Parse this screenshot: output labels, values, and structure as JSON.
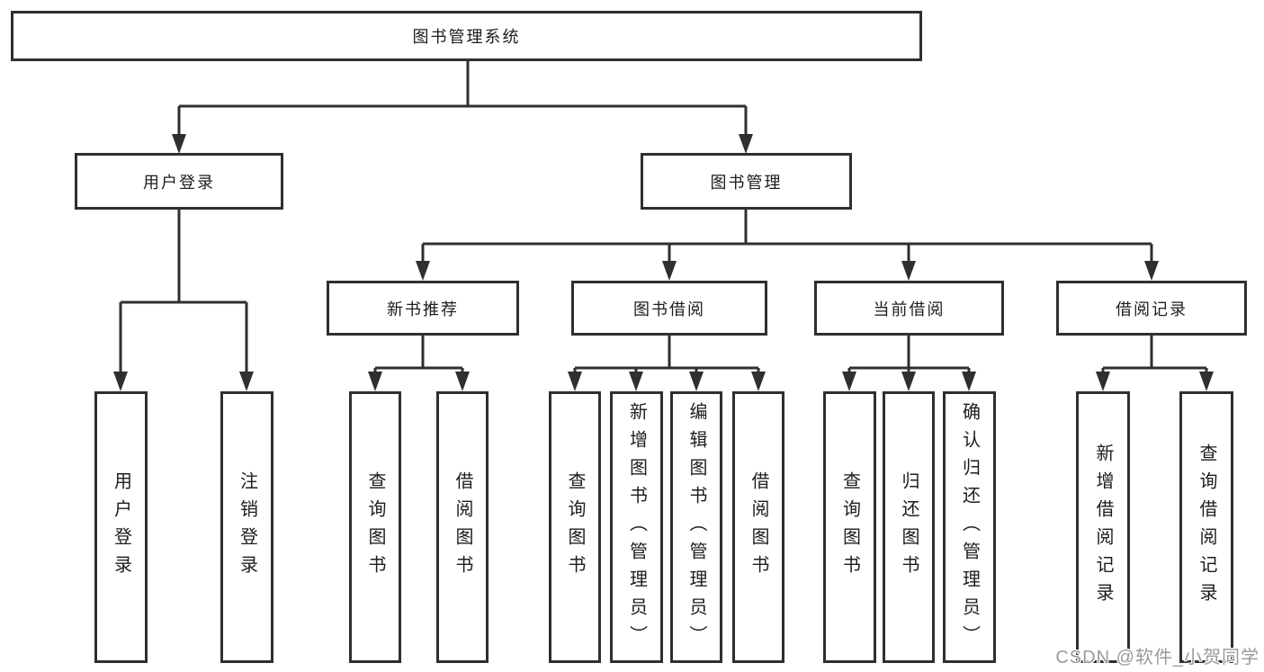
{
  "diagram_type": "hierarchy-tree",
  "tree": {
    "label": "图书管理系统",
    "children": [
      {
        "label": "用户登录",
        "children": [
          {
            "label": "用户登录"
          },
          {
            "label": "注销登录"
          }
        ]
      },
      {
        "label": "图书管理",
        "children": [
          {
            "label": "新书推荐",
            "children": [
              {
                "label": "查询图书"
              },
              {
                "label": "借阅图书"
              }
            ]
          },
          {
            "label": "图书借阅",
            "children": [
              {
                "label": "查询图书"
              },
              {
                "label": "新增图书（管理员）"
              },
              {
                "label": "编辑图书（管理员）"
              },
              {
                "label": "借阅图书"
              }
            ]
          },
          {
            "label": "当前借阅",
            "children": [
              {
                "label": "查询图书"
              },
              {
                "label": "归还图书"
              },
              {
                "label": "确认归还（管理员）"
              }
            ]
          },
          {
            "label": "借阅记录",
            "children": [
              {
                "label": "新增借阅记录"
              },
              {
                "label": "查询借阅记录"
              }
            ]
          }
        ]
      }
    ]
  },
  "watermark": {
    "text": "CSDN @软件_小贺同学",
    "color": "#9a9a9a"
  },
  "colors": {
    "line": "#2f2f2f",
    "box_border": "#2f2f2f",
    "box_fill": "#ffffff",
    "text": "#1d1d1d",
    "background": "#ffffff"
  }
}
